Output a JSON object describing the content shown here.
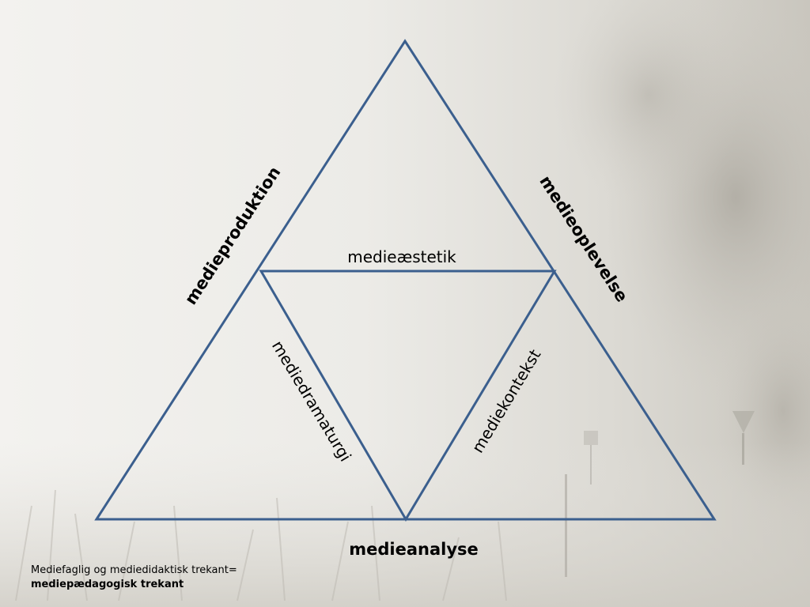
{
  "diagram": {
    "corners": {
      "top": "medieproduktion",
      "right": "medieoplevelse",
      "bottom": "medieanalyse"
    },
    "inner_edges": {
      "top": "medieæstetik",
      "left": "mediedramaturgi",
      "right": "mediekontekst"
    },
    "line_color": "#3b5f8e"
  },
  "caption": {
    "line1": "Mediefaglig og mediedidaktisk trekant=",
    "line2": "mediepædagogisk trekant"
  }
}
